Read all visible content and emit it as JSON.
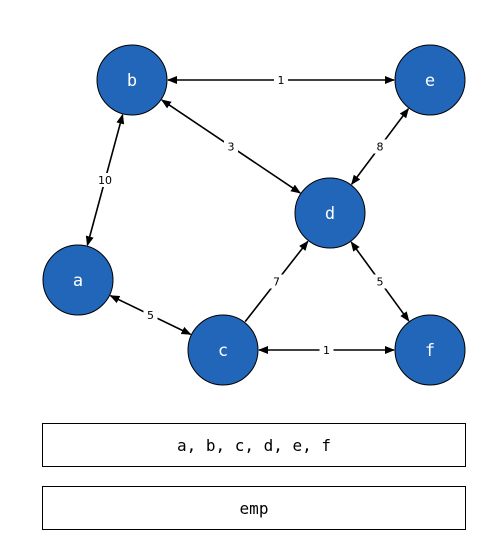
{
  "graph": {
    "node_color": "#2166b8",
    "nodes": [
      {
        "id": "a",
        "label": "a"
      },
      {
        "id": "b",
        "label": "b"
      },
      {
        "id": "c",
        "label": "c"
      },
      {
        "id": "d",
        "label": "d"
      },
      {
        "id": "e",
        "label": "e"
      },
      {
        "id": "f",
        "label": "f"
      }
    ],
    "edges": [
      {
        "from": "b",
        "to": "e",
        "weight": "1",
        "bidirectional": true
      },
      {
        "from": "b",
        "to": "a",
        "weight": "10",
        "bidirectional": true
      },
      {
        "from": "b",
        "to": "d",
        "weight": "3",
        "bidirectional": true
      },
      {
        "from": "e",
        "to": "d",
        "weight": "8",
        "bidirectional": true
      },
      {
        "from": "a",
        "to": "c",
        "weight": "5",
        "bidirectional": true
      },
      {
        "from": "c",
        "to": "d",
        "weight": "7",
        "bidirectional": false
      },
      {
        "from": "d",
        "to": "f",
        "weight": "5",
        "bidirectional": true
      },
      {
        "from": "c",
        "to": "f",
        "weight": "1",
        "bidirectional": true
      }
    ]
  },
  "boxes": {
    "order_text": "a, b, c, d, e, f",
    "stack_text": "emp"
  }
}
